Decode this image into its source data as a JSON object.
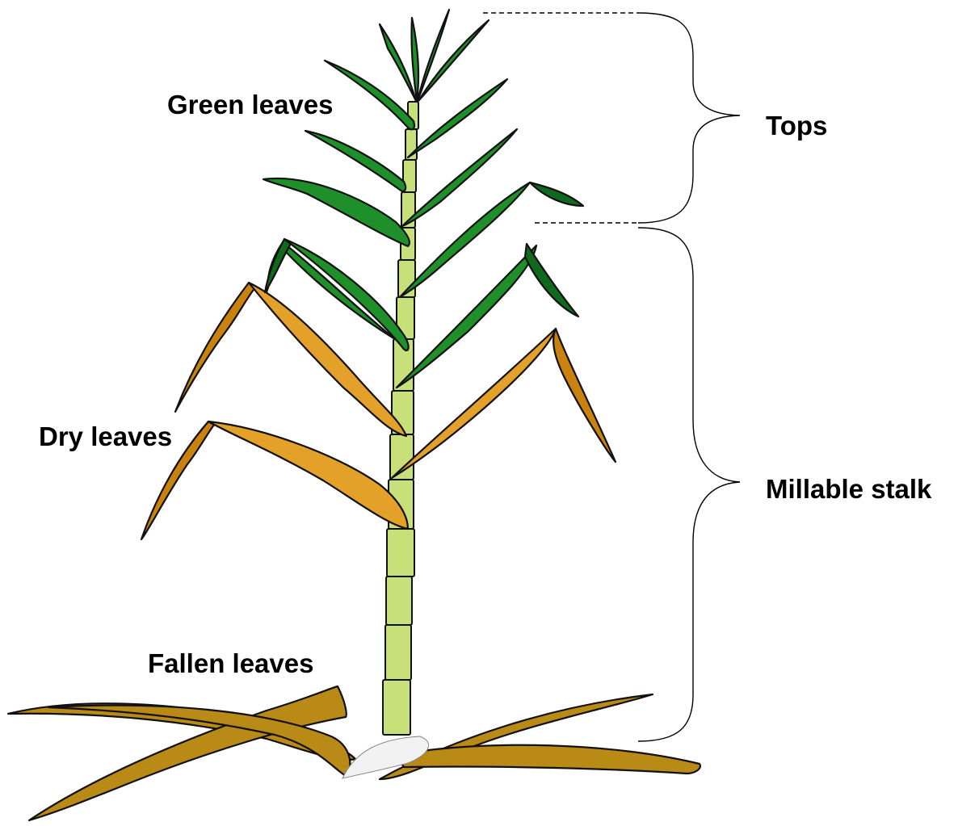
{
  "labels": {
    "green_leaves": "Green leaves",
    "dry_leaves": "Dry leaves",
    "fallen_leaves": "Fallen leaves",
    "tops": "Tops",
    "millable_stalk": "Millable stalk"
  },
  "colors": {
    "green_leaf": "#1f8f2a",
    "dark_green_leaf": "#0f6a1e",
    "dry_leaf": "#e3a12a",
    "dry_leaf_dark": "#c9820e",
    "fallen_leaf": "#b98a16",
    "stalk": "#c8e07a",
    "outline": "#111111"
  }
}
